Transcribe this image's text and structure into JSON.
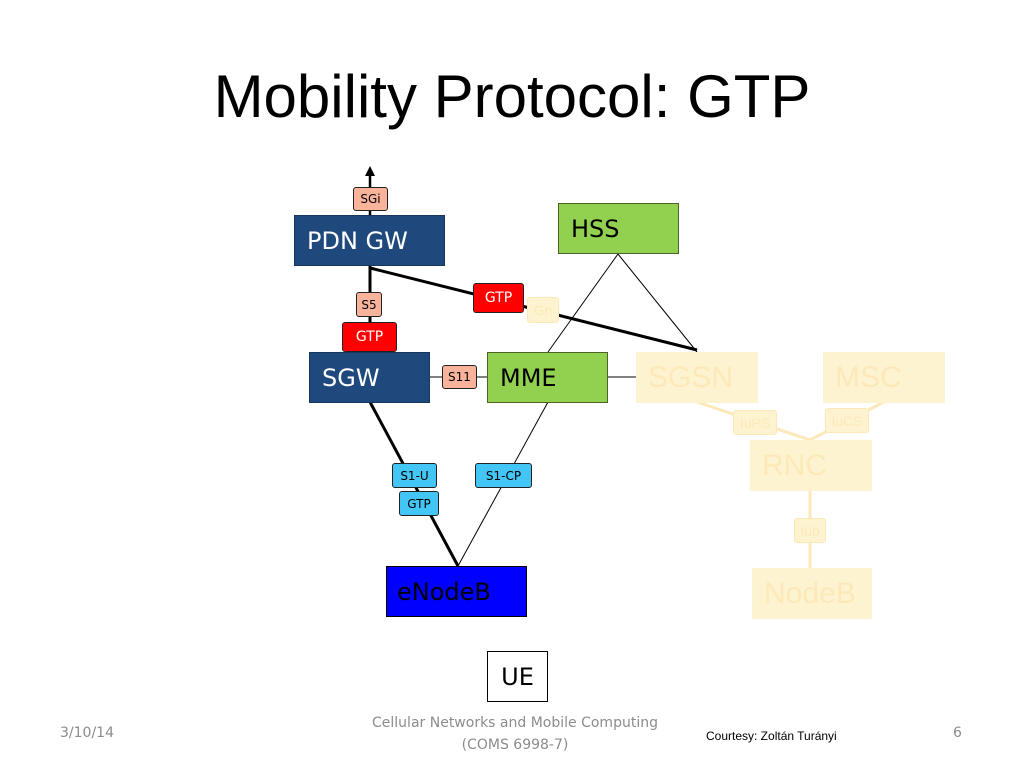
{
  "slide": {
    "title": "Mobility Protocol: GTP",
    "footer_date": "3/10/14",
    "footer_course_line1": "Cellular Networks and Mobile Computing",
    "footer_course_line2": "(COMS 6998-7)",
    "footer_courtesy": "Courtesy: Zoltán Turányi",
    "page_number": "6"
  },
  "nodes": {
    "pdn_gw": "PDN GW",
    "hss": "HSS",
    "sgw": "SGW",
    "mme": "MME",
    "sgsn": "SGSN",
    "msc": "MSC",
    "rnc": "RNC",
    "nodeb": "NodeB",
    "enodeb": "eNodeB",
    "ue": "UE"
  },
  "labels": {
    "sgi": "SGi",
    "gtp_pdn_sgsn": "GTP",
    "gn": "Gn",
    "s5": "S5",
    "gtp_s5": "GTP",
    "s11": "S11",
    "iups": "IuPS",
    "iucs": "IuCS",
    "s1u": "S1-U",
    "gtp_s1u": "GTP",
    "s1cp": "S1-CP",
    "iub": "Iub"
  },
  "colors": {
    "core_dark": "#1f497d",
    "green": "#92d050",
    "enodeb_blue": "#0000ff",
    "gtp_red": "#ff0000",
    "interface_salmon": "#f9b39a",
    "interface_cyan": "#43c5f5",
    "legacy_faded": "#fef3d0"
  }
}
